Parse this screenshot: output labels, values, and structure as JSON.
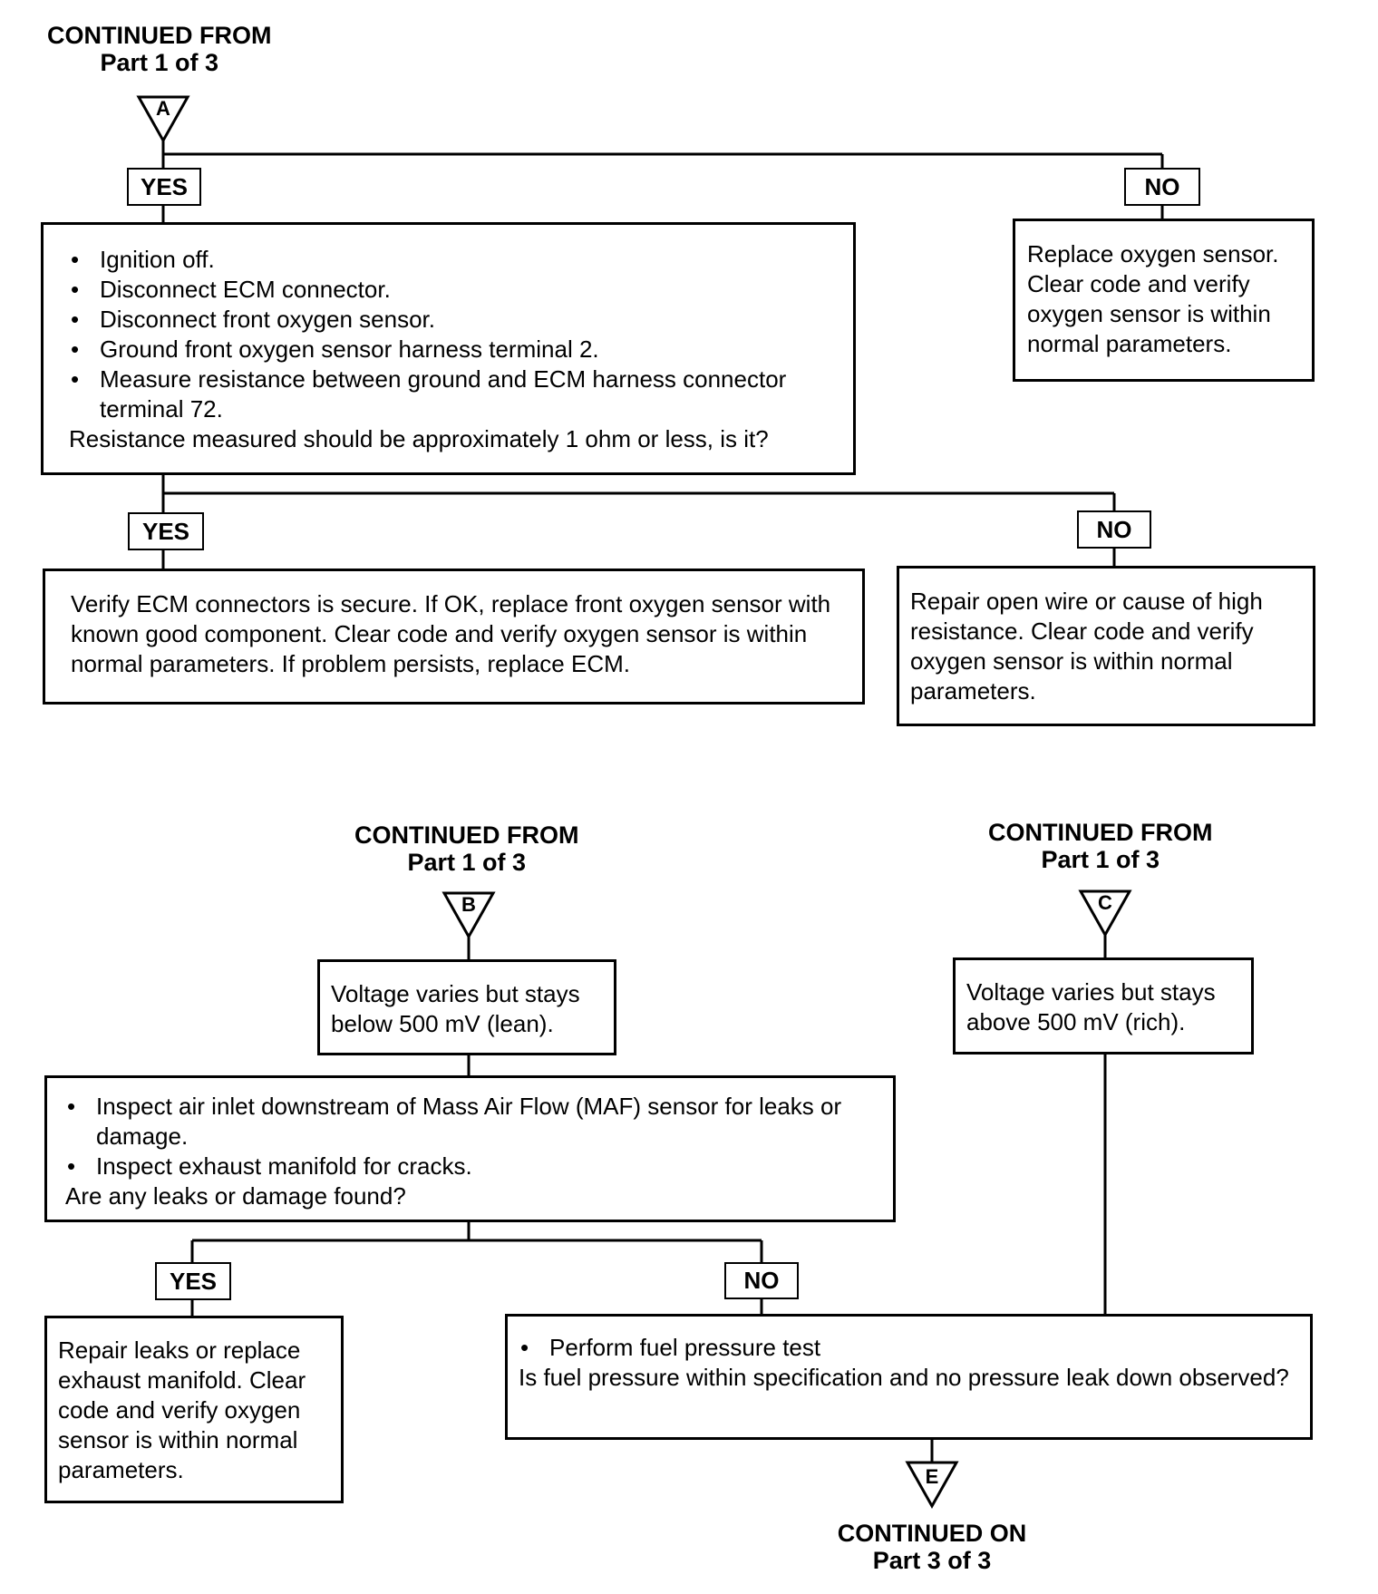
{
  "top": {
    "continued_from": "CONTINUED FROM",
    "part": "Part 1 of 3",
    "connector": "A",
    "yes": "YES",
    "no": "NO",
    "step1": {
      "bullets": [
        "Ignition off.",
        "Disconnect ECM connector.",
        "Disconnect front oxygen sensor.",
        "Ground front oxygen sensor harness terminal 2.",
        "Measure resistance between ground and ECM harness connector terminal 72."
      ],
      "question": "Resistance measured should be approximately 1 ohm or less, is it?"
    },
    "no_result": "Replace oxygen sensor. Clear code and verify oxygen sensor is within normal parameters.",
    "yes2": "YES",
    "no2": "NO",
    "yes2_result": "Verify ECM connectors is secure. If OK, replace front oxygen sensor with known good component. Clear code and verify  oxygen sensor is within normal parameters. If problem persists, replace ECM.",
    "no2_result": "Repair open wire or cause of high resistance. Clear code and verify oxygen sensor is within normal parameters."
  },
  "bottom_left": {
    "continued_from": "CONTINUED FROM",
    "part": "Part 1 of 3",
    "connector": "B",
    "condition": "Voltage varies but stays below 500 mV (lean).",
    "inspect": {
      "bullets": [
        "Inspect air inlet downstream of Mass Air Flow (MAF) sensor for leaks or damage.",
        "Inspect exhaust manifold for cracks."
      ],
      "question": "Are any leaks or damage found?"
    },
    "yes": "YES",
    "no": "NO",
    "yes_result": "Repair leaks or replace exhaust manifold. Clear code and verify oxygen sensor is within normal parameters."
  },
  "bottom_right": {
    "continued_from": "CONTINUED FROM",
    "part": "Part 1 of 3",
    "connector": "C",
    "condition": "Voltage varies but stays above 500 mV (rich)."
  },
  "fuel_test": {
    "bullet": "Perform fuel pressure test",
    "question": "Is fuel pressure within specification and no pressure leak down observed?"
  },
  "continued_on": {
    "label": "CONTINUED ON",
    "part": "Part 3 of 3",
    "connector": "E"
  }
}
